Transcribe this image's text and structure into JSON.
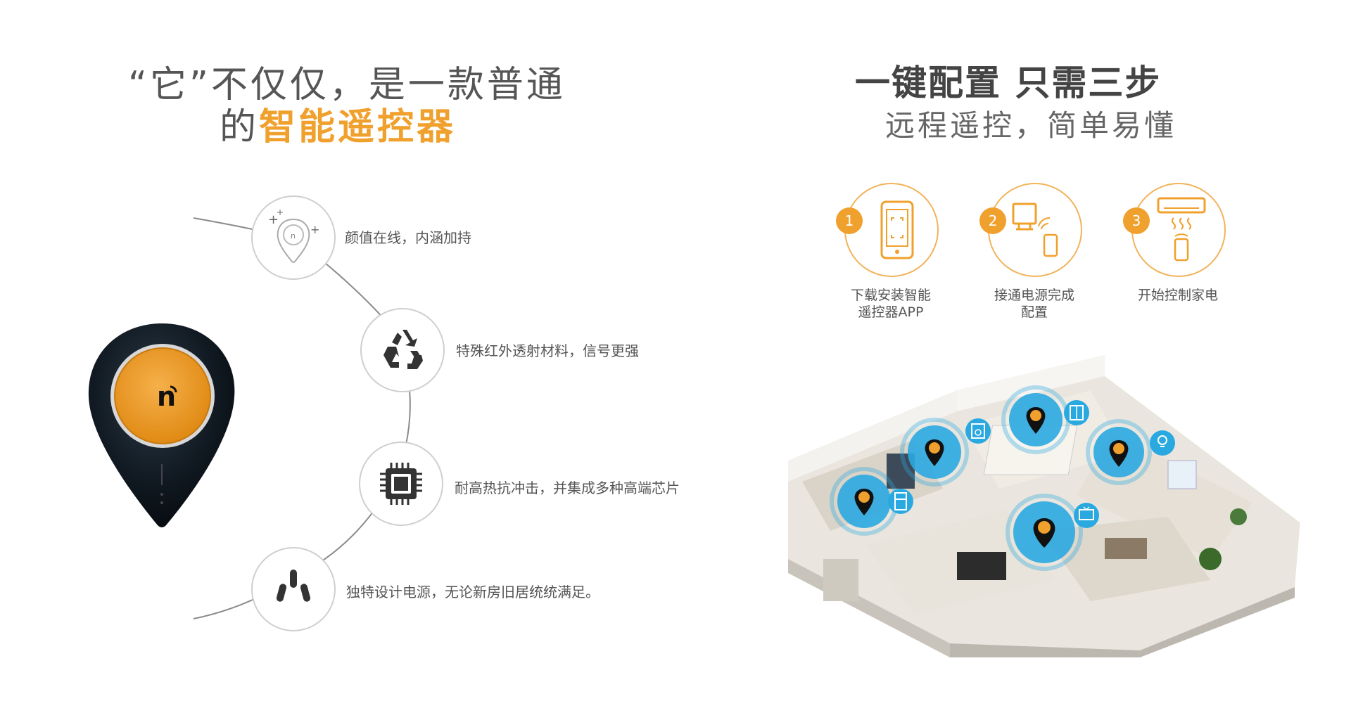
{
  "left": {
    "headline_line1": "“它”不仅仅，是一款普通",
    "headline_line2_prefix": "的",
    "headline_line2_highlight": "智能遥控器",
    "features": [
      {
        "text": "颜值在线，内涵加持",
        "icon": "device-sparkle-icon"
      },
      {
        "text": "特殊红外透射材料，信号更强",
        "icon": "recycle-icon"
      },
      {
        "text": "耐高热抗冲击，并集成多种高端芯片",
        "icon": "chip-icon"
      },
      {
        "text": "独特设计电源，无论新房旧居统统满足。",
        "icon": "power-plug-icon"
      }
    ],
    "device_logo": "n"
  },
  "right": {
    "headline_line1": "一键配置 只需三步",
    "headline_line2": "远程遥控，简单易懂",
    "steps": [
      {
        "num": "1",
        "label": "下载安装智能\n遥控器APP",
        "icon": "smartphone-icon"
      },
      {
        "num": "2",
        "label": "接通电源完成\n配置",
        "icon": "tablet-phone-icon"
      },
      {
        "num": "3",
        "label": "开始控制家电",
        "icon": "air-conditioner-icon"
      }
    ],
    "house_icons": [
      "fridge-icon",
      "tv-icon",
      "window-icon",
      "lightbulb-icon",
      "washer-icon"
    ]
  },
  "colors": {
    "accent": "#f0a02c",
    "device_body": "#0f1a24",
    "halo": "#2aa9e0",
    "arc": "#8a8a8a"
  }
}
